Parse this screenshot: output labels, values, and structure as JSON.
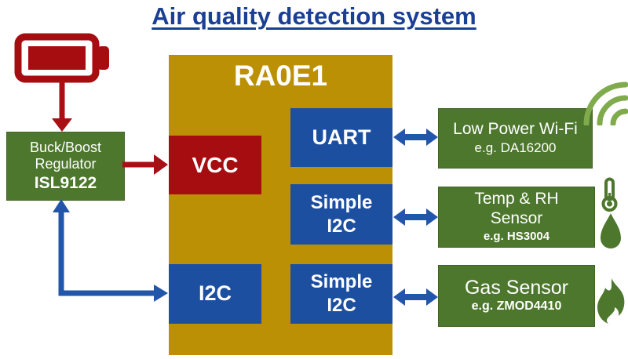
{
  "title": "Air quality detection system",
  "colors": {
    "gold": "#BC9005",
    "blue": "#1D4FA1",
    "red": "#A60D11",
    "green": "#4C772C",
    "arrow-red": "#A81016",
    "arrow-blue": "#2156AB",
    "icon-green": "#7FAB4C",
    "title-blue": "#1A3F94"
  },
  "mcu": {
    "label": "RA0E1",
    "vcc": "VCC",
    "uart": "UART",
    "i2c": "I2C",
    "simple_i2c": {
      "line1": "Simple",
      "line2": "I2C"
    }
  },
  "regulator": {
    "line1": "Buck/Boost",
    "line2": "Regulator",
    "part": "ISL9122"
  },
  "peripherals": {
    "wifi": {
      "name": "Low Power Wi-Fi",
      "example": "e.g. DA16200"
    },
    "temp": {
      "name_line1": "Temp & RH",
      "name_line2": "Sensor",
      "example": "e.g. HS3004"
    },
    "gas": {
      "name": "Gas Sensor",
      "example": "e.g. ZMOD4410"
    }
  },
  "icons": {
    "battery": "battery-icon",
    "wifi": "wifi-signal-icon",
    "thermometer": "thermometer-icon",
    "droplet": "humidity-droplet-icon",
    "flame": "gas-flame-icon"
  }
}
